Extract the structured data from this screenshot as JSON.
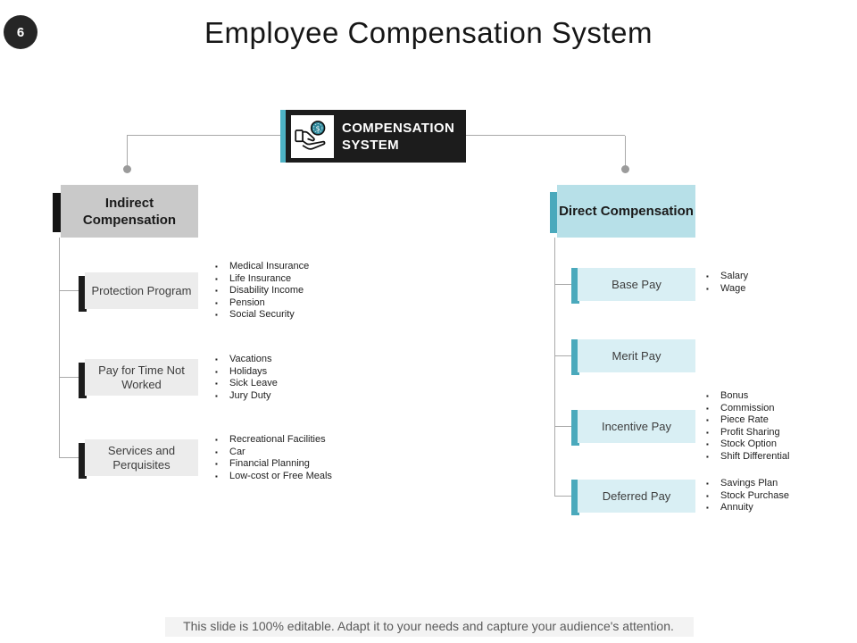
{
  "slide": {
    "badge": "6",
    "title": "Employee Compensation System",
    "footer": "This slide is 100% editable. Adapt it to your needs and capture your audience's attention."
  },
  "root": {
    "label_line1": "COMPENSATION",
    "label_line2": "SYSTEM",
    "icon": "hand-coin-icon"
  },
  "branches": {
    "indirect": {
      "label": "Indirect Compensation",
      "children": [
        {
          "label": "Protection Program",
          "items": [
            "Medical Insurance",
            "Life Insurance",
            "Disability Income",
            "Pension",
            "Social Security"
          ]
        },
        {
          "label": "Pay for Time Not Worked",
          "items": [
            "Vacations",
            "Holidays",
            "Sick Leave",
            "Jury Duty"
          ]
        },
        {
          "label": "Services and Perquisites",
          "items": [
            "Recreational Facilities",
            "Car",
            "Financial Planning",
            "Low-cost or Free Meals"
          ]
        }
      ]
    },
    "direct": {
      "label": "Direct Compensation",
      "children": [
        {
          "label": "Base Pay",
          "items": [
            "Salary",
            "Wage"
          ]
        },
        {
          "label": "Merit Pay",
          "items": []
        },
        {
          "label": "Incentive Pay",
          "items": [
            "Bonus",
            "Commission",
            "Piece Rate",
            "Profit Sharing",
            "Stock Option",
            "Shift Differential"
          ]
        },
        {
          "label": "Deferred Pay",
          "items": [
            "Savings Plan",
            "Stock Purchase",
            "Annuity"
          ]
        }
      ]
    }
  },
  "colors": {
    "dark": "#1c1c1c",
    "teal_accent": "#4aa9bc",
    "teal_box": "#b7e0e8",
    "teal_sub": "#d9eff4",
    "gray_box": "#c9c9c9",
    "gray_sub": "#ececec",
    "connector": "#a9a9a9"
  }
}
